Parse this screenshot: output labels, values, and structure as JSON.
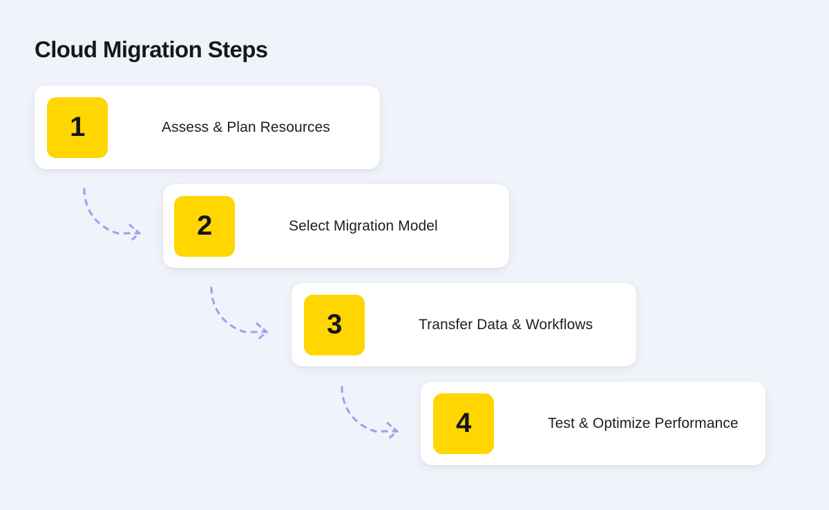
{
  "page": {
    "title": "Cloud Migration Steps",
    "background_color": "#f0f3f9",
    "accent_color": "#ffd600",
    "text_color": "#1b1d22",
    "connector_color": "#9da3f0"
  },
  "steps": [
    {
      "number": "1",
      "label": "Assess & Plan Resources"
    },
    {
      "number": "2",
      "label": "Select Migration Model"
    },
    {
      "number": "3",
      "label": "Transfer Data & Workflows"
    },
    {
      "number": "4",
      "label": "Test & Optimize Performance"
    }
  ],
  "connectors": [
    {
      "name": "arrow-step-1-to-2"
    },
    {
      "name": "arrow-step-2-to-3"
    },
    {
      "name": "arrow-step-3-to-4"
    }
  ]
}
